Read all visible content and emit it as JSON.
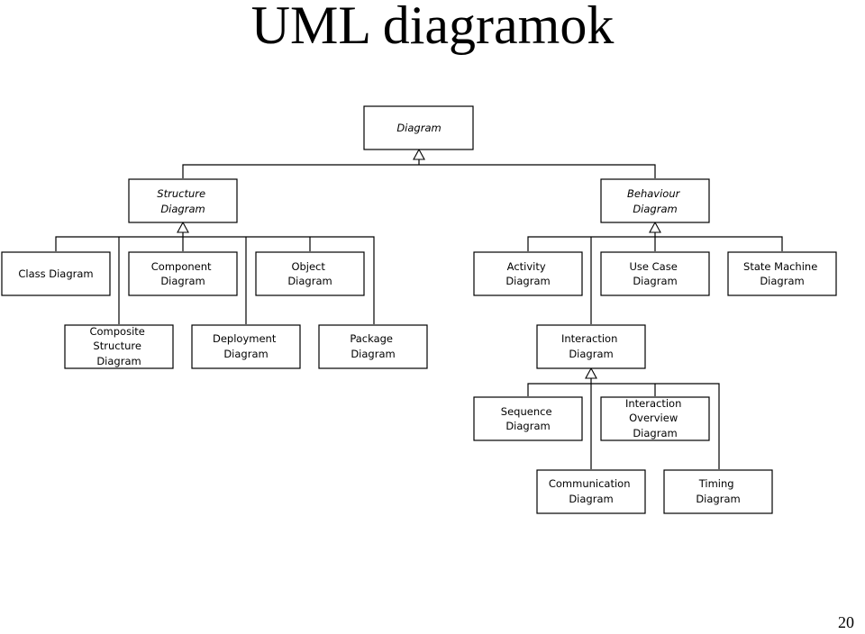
{
  "title": "UML diagramok",
  "page_number": "20",
  "nodes": {
    "diagram": [
      "Diagram"
    ],
    "structure": [
      "Structure",
      "Diagram"
    ],
    "behaviour": [
      "Behaviour",
      "Diagram"
    ],
    "class": [
      "Class Diagram"
    ],
    "component": [
      "Component",
      "Diagram"
    ],
    "object": [
      "Object",
      "Diagram"
    ],
    "composite": [
      "Composite",
      "Structure",
      "Diagram"
    ],
    "deployment": [
      "Deployment",
      "Diagram"
    ],
    "package": [
      "Package",
      "Diagram"
    ],
    "activity": [
      "Activity",
      "Diagram"
    ],
    "usecase": [
      "Use Case",
      "Diagram"
    ],
    "statemachine": [
      "State Machine",
      "Diagram"
    ],
    "interaction": [
      "Interaction",
      "Diagram"
    ],
    "sequence": [
      "Sequence",
      "Diagram"
    ],
    "overview": [
      "Interaction",
      "Overview",
      "Diagram"
    ],
    "communication": [
      "Communication",
      "Diagram"
    ],
    "timing": [
      "Timing",
      "Diagram"
    ]
  }
}
